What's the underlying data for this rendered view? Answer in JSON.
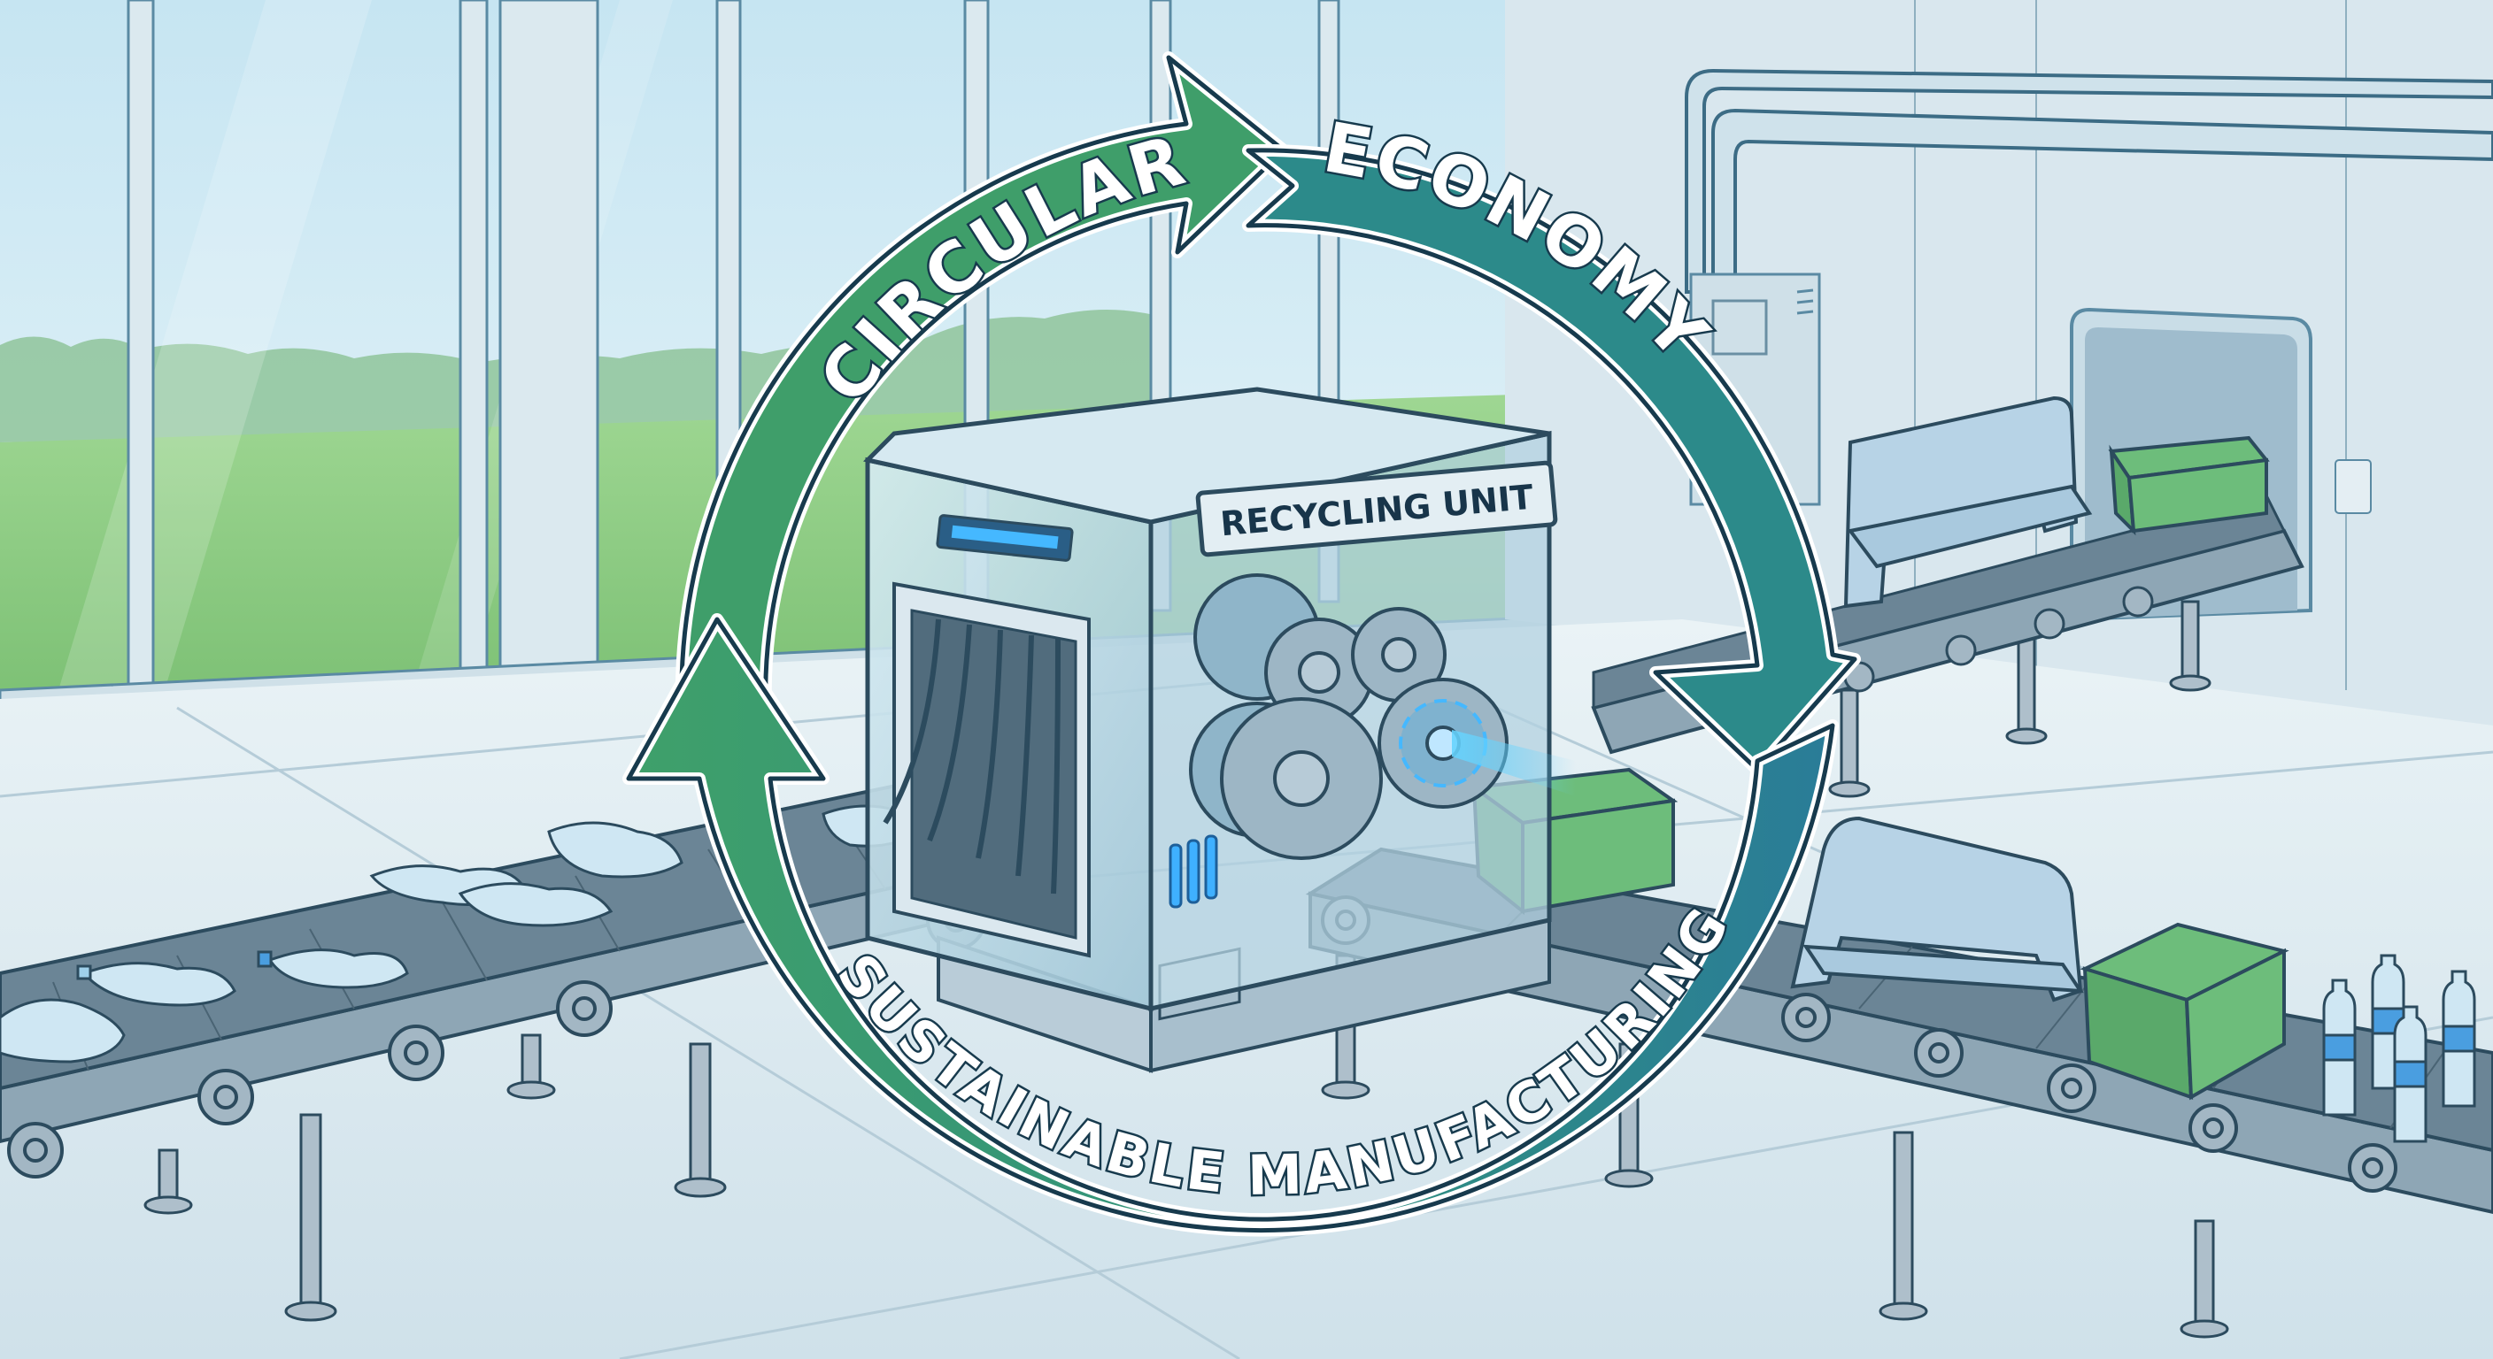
{
  "scene": {
    "title": "Circular Economy - Sustainable Manufacturing",
    "ring": {
      "top_left_label": "CIRCULAR",
      "top_right_label": "ECONOMY",
      "bottom_label": "SUSTAINABLE MANUFACTURING"
    },
    "machine": {
      "sign_label": "RECYCLING UNIT"
    },
    "inputs": {
      "description": "crushed plastic bottles on infeed conveyor",
      "bottle_count": 7
    },
    "outputs": {
      "upper_line": [
        "plastic bench",
        "green crate"
      ],
      "lower_line": [
        "green crate",
        "plastic bench",
        "green crate",
        "4 water bottles"
      ]
    }
  },
  "colors": {
    "ring_green": "#3f9e6a",
    "ring_teal": "#2f8a8a",
    "ring_blue": "#2a7898",
    "outline": "#173a4d",
    "sky": "#cfe9f3",
    "grass": "#8fcf86",
    "floor": "#e3eef3",
    "wall": "#dbe8ef",
    "conveyor_belt": "#5f7a8c",
    "crate_green": "#5fb473",
    "glow_blue": "#3fb0ff"
  }
}
